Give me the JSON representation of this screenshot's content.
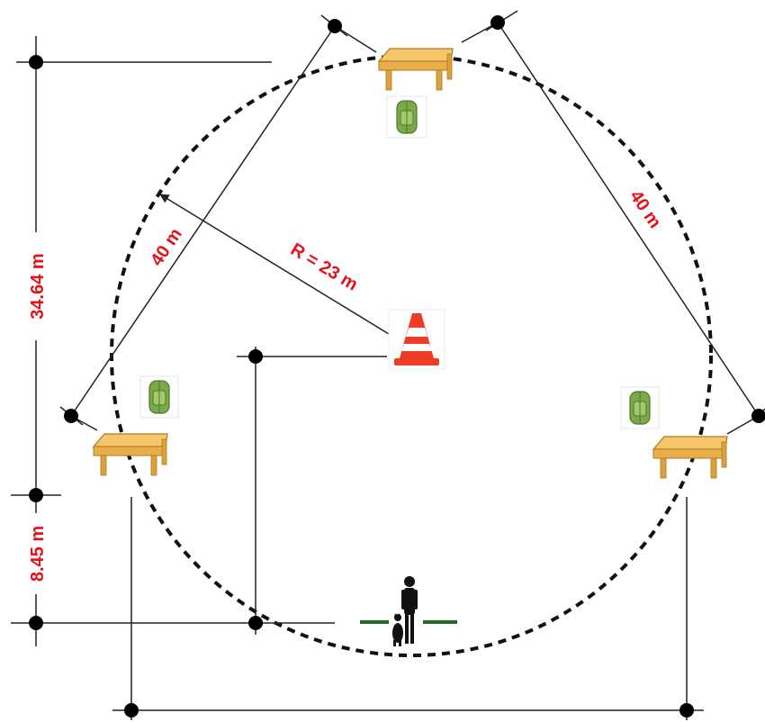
{
  "labels": {
    "side_left": "40 m",
    "side_right": "40 m",
    "radius": "R = 23 m",
    "height_total": "34.64 m",
    "height_lower": "8.45 m"
  },
  "colors": {
    "label_red": "#e3121b",
    "circle": "#111111",
    "line": "#222222",
    "point": "#000000",
    "start_line": "#1f6b1f",
    "table_top": "#f5c76a",
    "table_leg": "#d9a23c",
    "backpack": "#7aa84a",
    "cone_orange": "#ee3d25"
  },
  "icons": {
    "center": "traffic-cone-icon",
    "table": "table-icon",
    "backpack": "backpack-icon",
    "handler": "handler-with-dog-icon"
  }
}
